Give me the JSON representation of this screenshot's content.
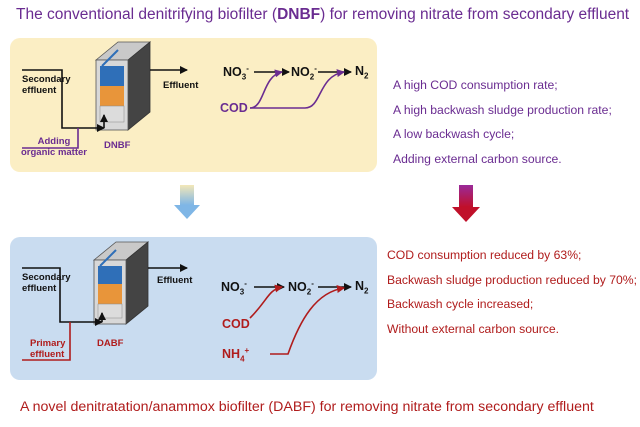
{
  "top_title": {
    "prefix": "The conventional denitrifying biofilter (",
    "bold": "DNBF",
    "suffix": ") for removing nitrate from secondary effluent"
  },
  "bottom_title": "A novel denitratation/anammox biofilter (DABF) for removing nitrate from secondary effluent",
  "dnbf_panel": {
    "secondary_effluent": [
      "Secondary",
      "effluent"
    ],
    "effluent": "Effluent",
    "adding_organic": [
      "Adding",
      "organic matter"
    ],
    "reactor_label": "DNBF",
    "no3": "NO",
    "no3_sub": "3",
    "no3_sup": "-",
    "no2": "NO",
    "no2_sub": "2",
    "no2_sup": "-",
    "n2": "N",
    "n2_sub": "2",
    "cod": "COD"
  },
  "dabf_panel": {
    "secondary_effluent": [
      "Secondary",
      "effluent"
    ],
    "effluent": "Effluent",
    "primary_effluent": [
      "Primary",
      "effluent"
    ],
    "reactor_label": "DABF",
    "no3": "NO",
    "no3_sub": "3",
    "no3_sup": "-",
    "no2": "NO",
    "no2_sub": "2",
    "no2_sup": "-",
    "n2": "N",
    "n2_sub": "2",
    "cod": "COD",
    "nh4": "NH",
    "nh4_sub": "4",
    "nh4_sup": "+"
  },
  "dnbf_features": [
    "A high COD consumption rate;",
    "A high backwash sludge production rate;",
    "A low backwash cycle;",
    "Adding external carbon source."
  ],
  "dabf_features": [
    "COD consumption reduced by 63%;",
    "Backwash sludge  production reduced by 70%;",
    "Backwash cycle increased;",
    "Without external carbon source."
  ],
  "colors": {
    "purple": "#6a2c91",
    "red": "#b01c1c",
    "panel_yellow": "#fbeec4",
    "panel_blue": "#c9dcf0"
  }
}
